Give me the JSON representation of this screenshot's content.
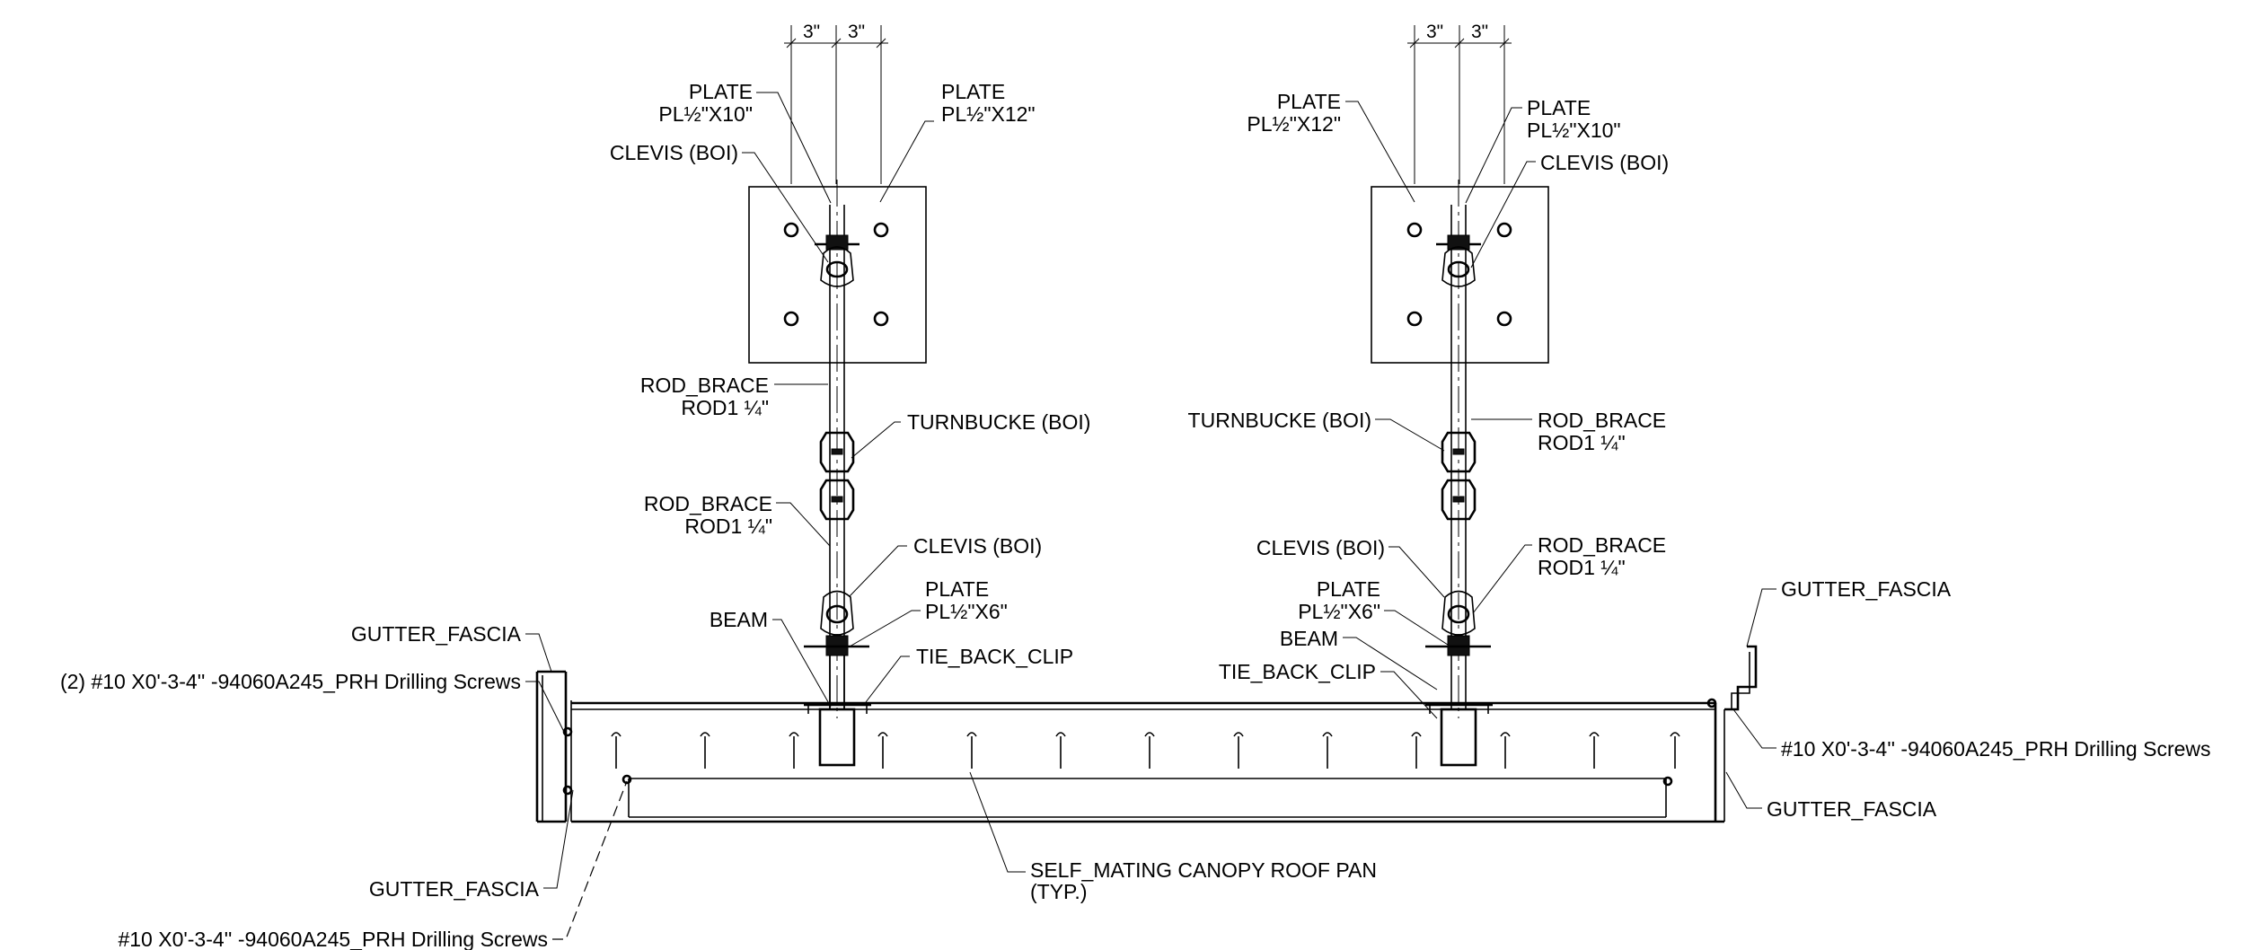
{
  "dimensions": {
    "left_a": "3\"",
    "left_b": "3\"",
    "right_a": "3\"",
    "right_b": "3\""
  },
  "left_brace": {
    "plate_a_title": "PLATE",
    "plate_a_size": "PL½\"X10\"",
    "plate_b_title": "PLATE",
    "plate_b_size": "PL½\"X12\"",
    "clevis_top": "CLEVIS (BOI)",
    "rod_brace_1_title": "ROD_BRACE",
    "rod_brace_1_size": "ROD1 ¼\"",
    "turnbuckle": "TURNBUCKE (BOI)",
    "rod_brace_2_title": "ROD_BRACE",
    "rod_brace_2_size": "ROD1 ¼\"",
    "clevis_bottom": "CLEVIS (BOI)",
    "beam": "BEAM",
    "plate_c_title": "PLATE",
    "plate_c_size": "PL½\"X6\"",
    "tie_back_clip": "TIE_BACK_CLIP"
  },
  "right_brace": {
    "plate_a_title": "PLATE",
    "plate_a_size": "PL½\"X12\"",
    "plate_b_title": "PLATE",
    "plate_b_size": "PL½\"X10\"",
    "clevis_top": "CLEVIS (BOI)",
    "turnbuckle": "TURNBUCKE (BOI)",
    "rod_brace_1_title": "ROD_BRACE",
    "rod_brace_1_size": "ROD1 ¼\"",
    "clevis_bottom": "CLEVIS (BOI)",
    "rod_brace_2_title": "ROD_BRACE",
    "rod_brace_2_size": "ROD1 ¼\"",
    "plate_c_title": "PLATE",
    "plate_c_size": "PL½\"X6\"",
    "beam": "BEAM",
    "tie_back_clip": "TIE_BACK_CLIP"
  },
  "canopy": {
    "gutter_fascia_left_top": "GUTTER_FASCIA",
    "screws_left_top": "(2) #10 X0'-3-4'' -94060A245_PRH Drilling Screws",
    "gutter_fascia_left_bottom": "GUTTER_FASCIA",
    "screws_left_bottom": "#10 X0'-3-4'' -94060A245_PRH Drilling Screws",
    "roof_pan_line1": "SELF_MATING CANOPY ROOF PAN",
    "roof_pan_line2": "(TYP.)",
    "gutter_fascia_right_top": "GUTTER_FASCIA",
    "screws_right": "#10 X0'-3-4'' -94060A245_PRH Drilling Screws",
    "gutter_fascia_right_bottom": "GUTTER_FASCIA"
  }
}
